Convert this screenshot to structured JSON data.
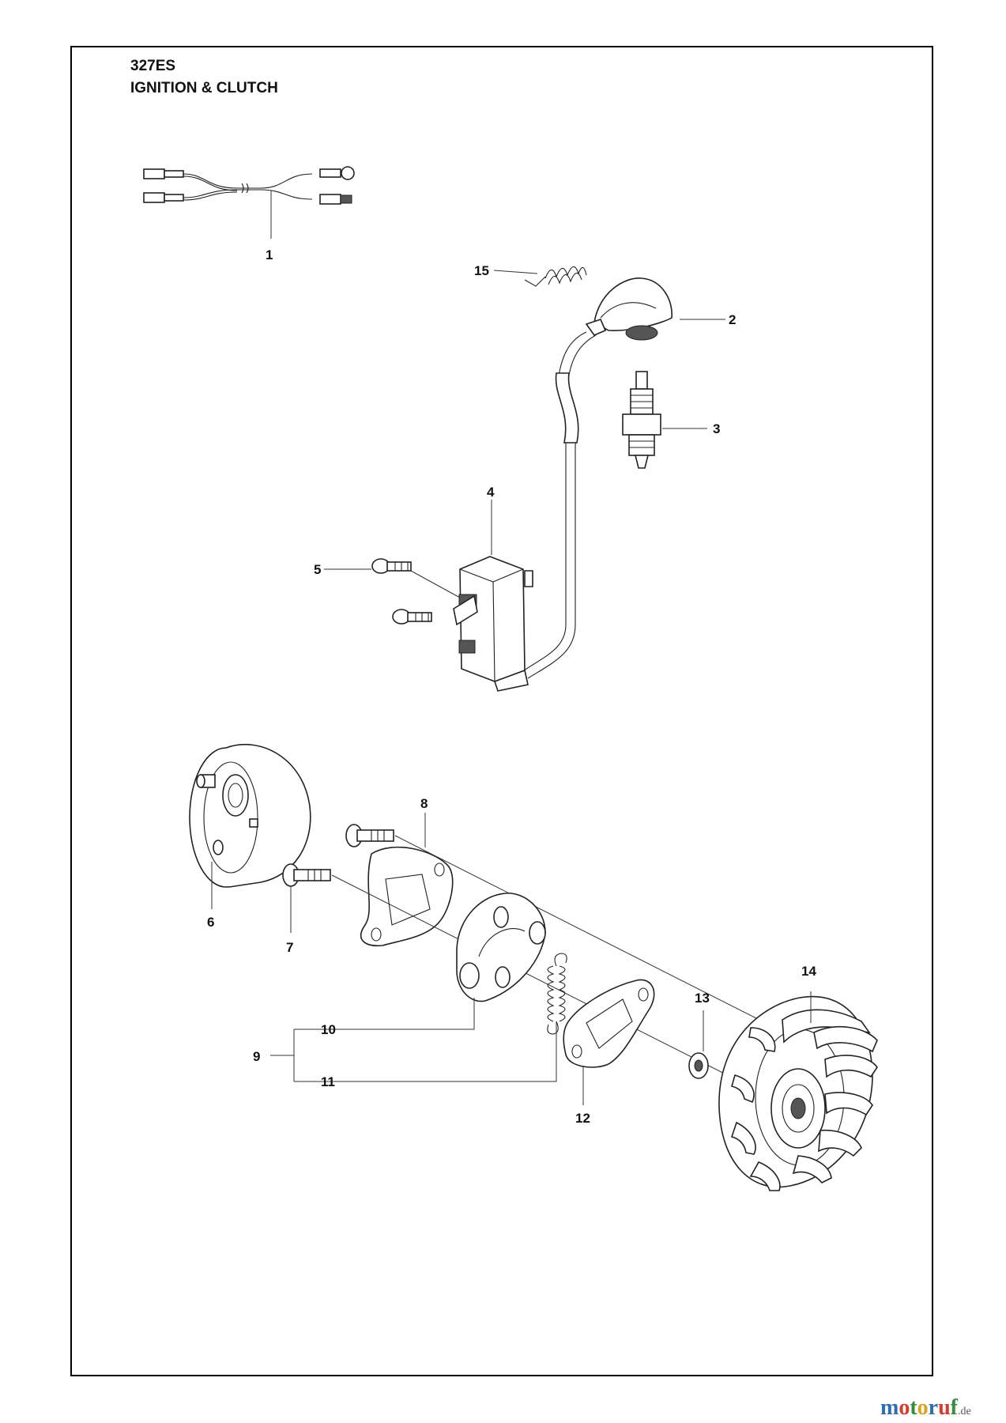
{
  "header": {
    "model": "327ES",
    "section": "IGNITION & CLUTCH"
  },
  "callouts": [
    {
      "id": "c1",
      "label": "1"
    },
    {
      "id": "c2",
      "label": "2"
    },
    {
      "id": "c3",
      "label": "3"
    },
    {
      "id": "c4",
      "label": "4"
    },
    {
      "id": "c5",
      "label": "5"
    },
    {
      "id": "c6",
      "label": "6"
    },
    {
      "id": "c7",
      "label": "7"
    },
    {
      "id": "c8",
      "label": "8"
    },
    {
      "id": "c9",
      "label": "9"
    },
    {
      "id": "c10",
      "label": "10"
    },
    {
      "id": "c11",
      "label": "11"
    },
    {
      "id": "c12",
      "label": "12"
    },
    {
      "id": "c13",
      "label": "13"
    },
    {
      "id": "c14",
      "label": "14"
    },
    {
      "id": "c15",
      "label": "15"
    }
  ],
  "watermark": {
    "m1": "m",
    "o1": "o",
    "t": "t",
    "o2": "o",
    "r": "r",
    "u": "u",
    "f": "f",
    "tld": ".de",
    "colors": [
      "#2a6fb5",
      "#d93a2b",
      "#2f8f3a",
      "#e0a21a",
      "#2a6fb5",
      "#d93a2b",
      "#2f8f3a"
    ]
  }
}
